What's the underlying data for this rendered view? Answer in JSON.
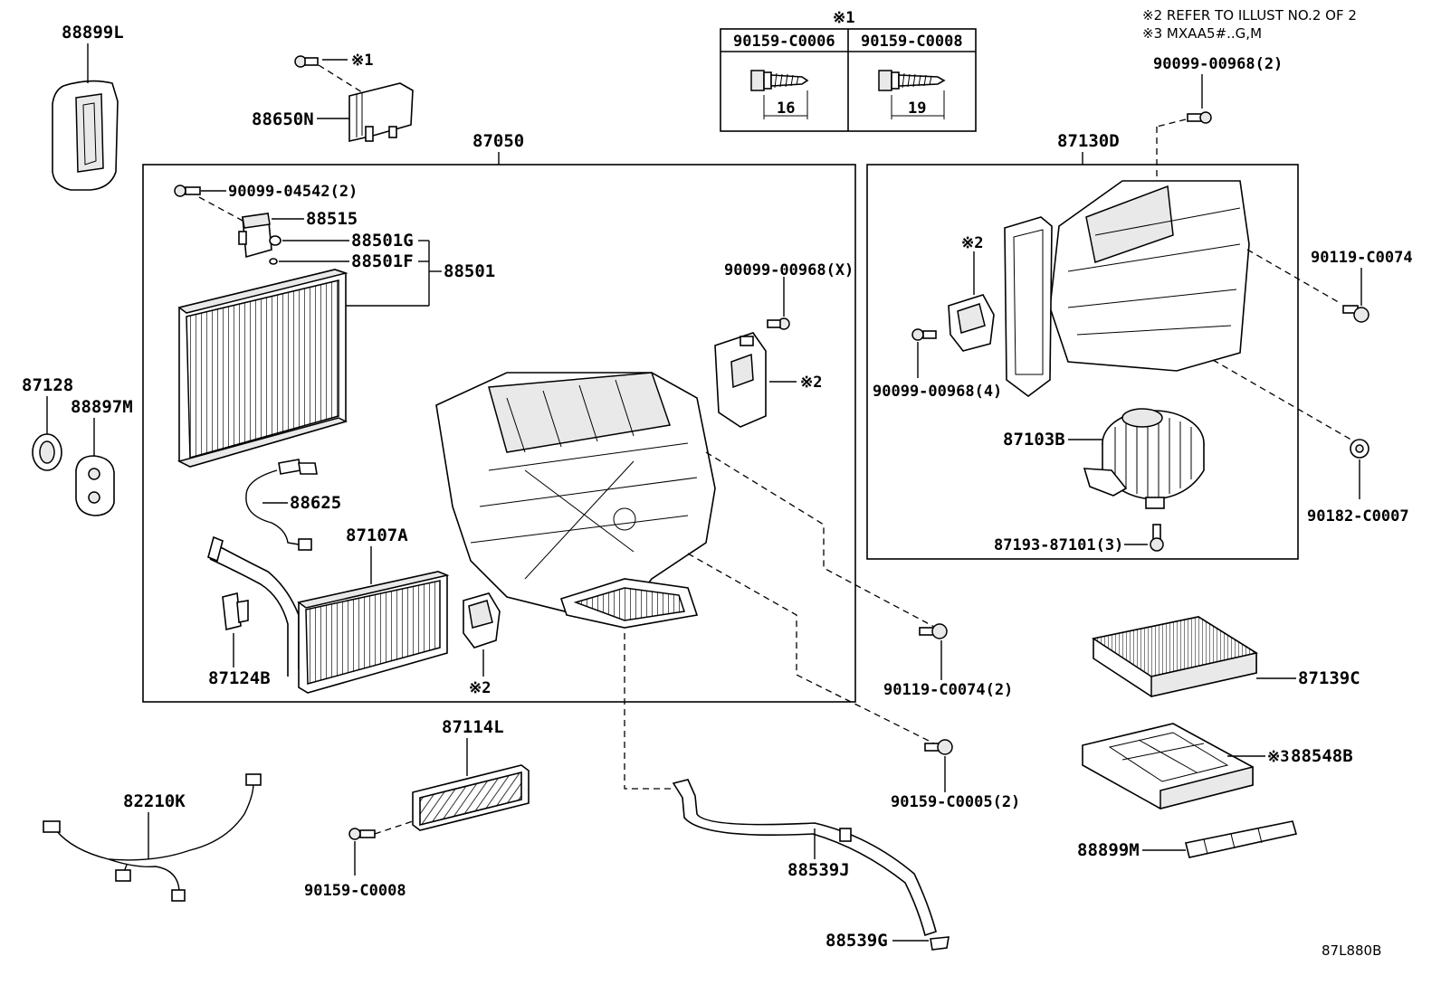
{
  "diagram": {
    "notes": {
      "note2": "※2 REFER TO ILLUST NO.2 OF 2",
      "note3": "※3 MXAA5#..G,M"
    },
    "illustration_id": "87L880B",
    "screw_table": {
      "header_mark": "※1",
      "col1_part": "90159-C0006",
      "col1_length": "16",
      "col2_part": "90159-C0008",
      "col2_length": "19"
    },
    "groups": {
      "unit_87050": "87050",
      "unit_87130D": "87130D"
    },
    "labels": {
      "p88899L": "88899L",
      "p88650N": "88650N",
      "mark_88650N_screw": "※1",
      "p90099_04542": "90099-04542(2)",
      "p88515": "88515",
      "p88501G": "88501G",
      "p88501F": "88501F",
      "p88501": "88501",
      "p90099_00968X": "90099-00968(X)",
      "mark_actuator_upper": "※2",
      "p87128": "87128",
      "p88897M": "88897M",
      "p88625": "88625",
      "p87107A": "87107A",
      "p87124B": "87124B",
      "mark_actuator_lower": "※2",
      "p90099_00968_2": "90099-00968(2)",
      "mark_actuator_right": "※2",
      "p90099_00968_4": "90099-00968(4)",
      "p90119_C0074": "90119-C0074",
      "p87103B": "87103B",
      "p90182_C0007": "90182-C0007",
      "p87193_87101": "87193-87101(3)",
      "p90119_C0074_2": "90119-C0074(2)",
      "p90159_C0005": "90159-C0005(2)",
      "p87139C": "87139C",
      "p88548B_mark": "※3",
      "p88548B": "88548B",
      "p88899M": "88899M",
      "p87114L": "87114L",
      "p82210K": "82210K",
      "p90159_C0008": "90159-C0008",
      "p88539J": "88539J",
      "p88539G": "88539G"
    }
  }
}
